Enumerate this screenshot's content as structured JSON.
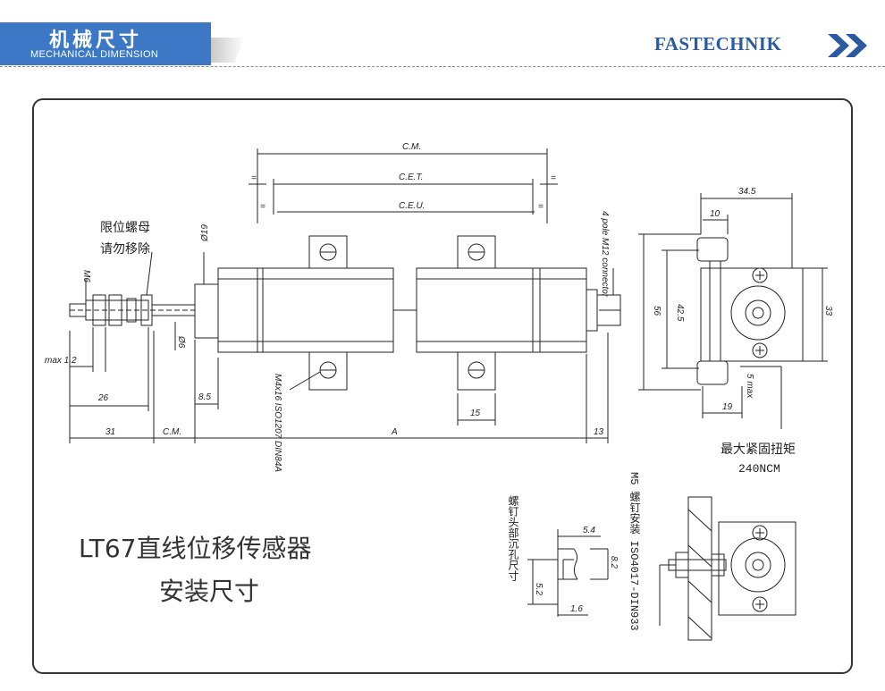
{
  "header": {
    "title_cn": "机械尺寸",
    "title_en": "MECHANICAL DIMENSION",
    "brand": "FASTECHNIK",
    "brand_color": "#2c5aa0",
    "badge_color": "#3c78c6"
  },
  "product": {
    "title_line1": "LT67直线位移传感器",
    "title_line2": "安装尺寸"
  },
  "notes": {
    "limit_nut_1": "限位螺母",
    "limit_nut_2": "请勿移除",
    "torque_1": "最大紧固扭矩",
    "torque_2": "240NCM",
    "connector": "4 pole M12 connector",
    "screw_spec": "M4x16 ISO1207 DIN84A",
    "screw_install": "M5 螺钉安装 ISO4017-DIN933",
    "screw_head": "螺钉头部沉孔尺寸"
  },
  "dimensions": {
    "cm": "C.M.",
    "cet": "C.E.T.",
    "ceu": "C.E.U.",
    "eq": "=",
    "m6": "M6",
    "d19": "Ø19",
    "d6": "Ø6",
    "max12": "max 1.2",
    "d26": "26",
    "d31": "31",
    "d85": "8.5",
    "dA": "A",
    "d13": "13",
    "d15": "15",
    "d345": "34.5",
    "d10": "10",
    "d56": "56",
    "d425": "42.5",
    "d33": "33",
    "d19b": "19",
    "d5max": "5 max",
    "d54": "5.4",
    "d82": "8.2",
    "d52": "5.2",
    "d16": "1.6"
  }
}
